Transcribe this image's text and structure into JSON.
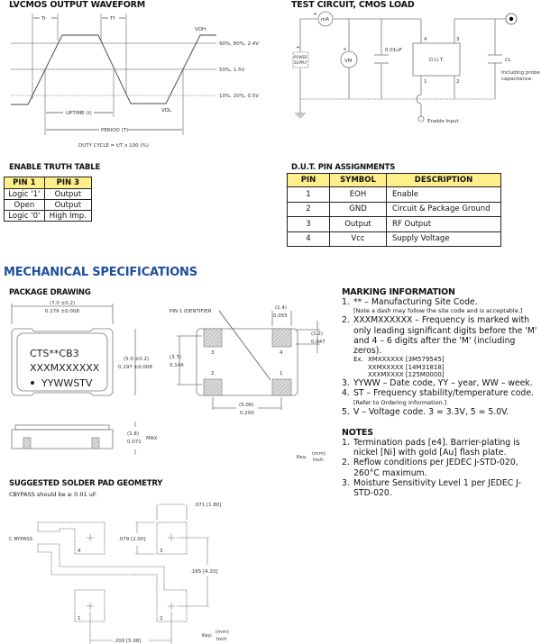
{
  "waveform": {
    "title": "LVCMOS OUTPUT WAVEFORM",
    "tr": "Tr",
    "tf": "Tf",
    "voh": "VOH",
    "vol": "VOL",
    "level_high": "90%, 80%, 2.4V",
    "level_mid": "50%, 1.5V",
    "level_low": "10%, 20%, 0.5V",
    "uptime": "UPTIME (t)",
    "period": "PERIOD (T)",
    "duty_cycle": "DUTY CYCLE = t/T x 100 (%)"
  },
  "test_circuit": {
    "title": "TEST CIRCUIT, CMOS LOAD",
    "ammeter": "mA",
    "voltmeter": "VM",
    "power_supply_1": "POWER",
    "power_supply_2": "SUPPLY",
    "capacitor": "0.01uF",
    "dut": "D.U.T.",
    "pin4": "4",
    "pin3": "3",
    "pin1": "1",
    "pin2": "2",
    "cl": "CL",
    "probe_note_1": "Including probe",
    "probe_note_2": "capacitance.",
    "enable_input": "Enable Input",
    "plus": "+",
    "minus": "-"
  },
  "truth_table": {
    "title": "ENABLE TRUTH TABLE",
    "headers": [
      "PIN 1",
      "PIN 3"
    ],
    "rows": [
      [
        "Logic '1'",
        "Output"
      ],
      [
        "Open",
        "Output"
      ],
      [
        "Logic '0'",
        "High Imp."
      ]
    ]
  },
  "pin_table": {
    "title": "D.U.T. PIN ASSIGNMENTS",
    "headers": [
      "PIN",
      "SYMBOL",
      "DESCRIPTION"
    ],
    "rows": [
      [
        "1",
        "EOH",
        "Enable"
      ],
      [
        "2",
        "GND",
        "Circuit & Package Ground"
      ],
      [
        "3",
        "Output",
        "RF Output"
      ],
      [
        "4",
        "Vcc",
        "Supply Voltage"
      ]
    ]
  },
  "mechanical": {
    "title": "MECHANICAL SPECIFICATIONS",
    "package_title": "PACKAGE DRAWING",
    "marking_line1": "CTS**CB3",
    "marking_line2": "XXXMXXXXXX",
    "marking_line3": "YYWWSTV",
    "width_mm": "(7.0 ±0.2)",
    "width_in": "0.276 ±0.008",
    "height_mm": "(5.0 ±0.2)",
    "height_in": "0.197 ±0.008",
    "thickness_mm": "(1.8)",
    "thickness_in": "0.071",
    "thickness_max": "MAX",
    "pin1_identifier": "PIN 1 IDENTIFIER",
    "pad_w_mm": "(1.4)",
    "pad_w_in": "0.055",
    "pad_h_mm": "(1.2)",
    "pad_h_in": "0.047",
    "pitch_v_mm": "(3.7)",
    "pitch_v_in": "0.146",
    "pitch_h_mm": "(5.08)",
    "pitch_h_in": "0.200",
    "key_label": "Key:",
    "key_mm": "(mm)",
    "key_inch": "Inch"
  },
  "solder": {
    "title": "SUGGESTED SOLDER PAD GEOMETRY",
    "note": "CBYPASS should be ≥ 0.01 uF.",
    "cbypass": "C BYPASS",
    "pad_w": ".071 [1.80]",
    "pad_h": ".079 [2.00]",
    "pitch_v": ".165 [4.20]",
    "pitch_h": ".200 [5.08]",
    "pads": [
      "1",
      "2",
      "3",
      "4"
    ]
  },
  "marking_info": {
    "title": "MARKING INFORMATION",
    "items": [
      {
        "num": "1.",
        "text": "** – Manufacturing Site Code.",
        "sub": "[Note a dash may follow the site code and is acceptable.]"
      },
      {
        "num": "2.",
        "text": "XXXMXXXXXX – Frequency is marked with only leading significant digits before the 'M' and 4 – 6 digits after the 'M' (including zeros).",
        "examples_label": "Ex.",
        "examples": [
          "XMXXXXXX [3M579545]",
          "XXMXXXXX [14M31818]",
          "XXXMXXXX [125M0000]"
        ]
      },
      {
        "num": "3.",
        "text": "YYWW – Date code, YY – year, WW – week."
      },
      {
        "num": "4.",
        "text": "ST – Frequency stability/temperature code.",
        "sub": "[Refer to Ordering Information.]"
      },
      {
        "num": "5.",
        "text": "V – Voltage code.  3 = 3.3V, 5 = 5.0V."
      }
    ]
  },
  "notes": {
    "title": "NOTES",
    "items": [
      {
        "num": "1.",
        "text": "Termination pads [e4].  Barrier-plating is nickel [Ni] with gold [Au] flash plate."
      },
      {
        "num": "2.",
        "text": "Reflow conditions per JEDEC J-STD-020, 260°C maximum."
      },
      {
        "num": "3.",
        "text": "Moisture Sensitivity Level 1 per JEDEC J-STD-020."
      }
    ]
  },
  "colors": {
    "heading_blue": "#1f4e9c",
    "table_header": "#ffee8a"
  }
}
